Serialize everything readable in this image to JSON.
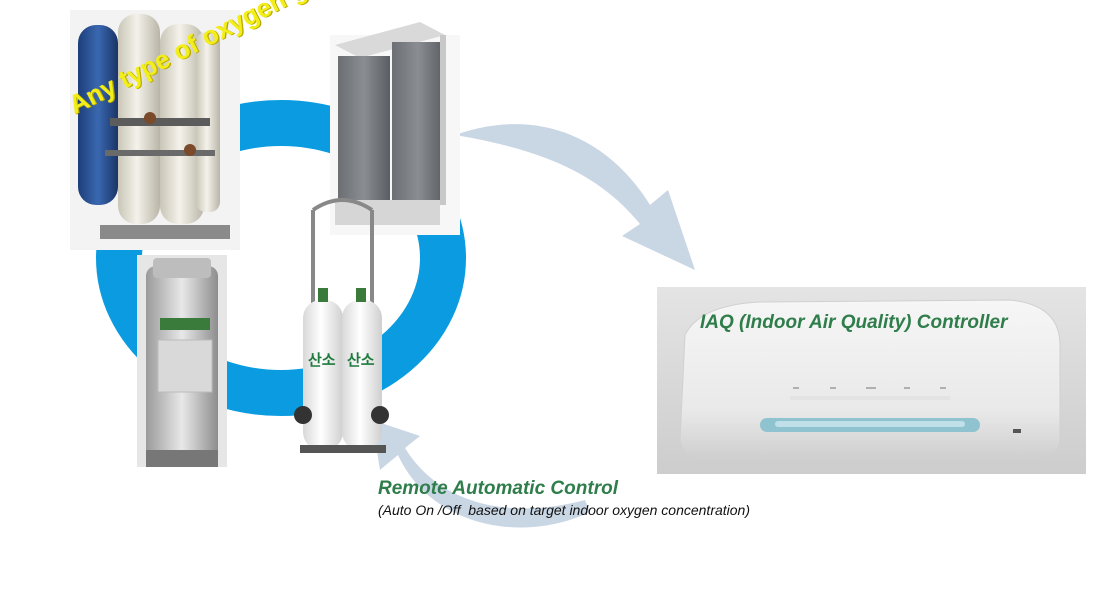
{
  "ring_label": "Any type of oxygen gas",
  "controller": {
    "title": "IAQ (Indoor Air Quality) Controller"
  },
  "remote": {
    "title": "Remote Automatic Control",
    "subtitle": "(Auto On /Off  based on target indoor oxygen concentration)"
  },
  "colors": {
    "ring_blue": "#0a9be0",
    "arrow_gray": "#c9d6e4",
    "label_yellow": "#f2ee1a",
    "label_green": "#2e7d4a"
  },
  "cylinder_labels": {
    "left_kr": "산소",
    "right_kr": "산소"
  }
}
